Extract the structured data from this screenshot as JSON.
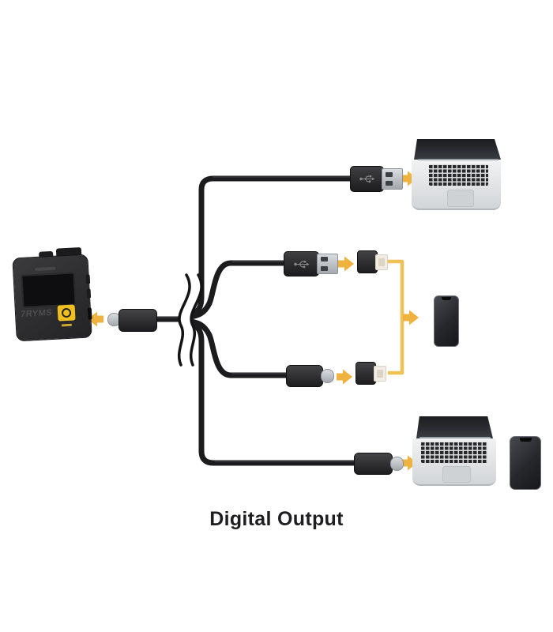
{
  "diagram": {
    "caption": "Digital Output",
    "accent_color": "#F0B23F",
    "bracket_color": "#F2C155",
    "cable_color": "#1C1C1E",
    "receiver": {
      "brand": "7RYMS",
      "button_icon": "record-circle-icon",
      "button_color": "#EFBF1F"
    },
    "source": {
      "connector": "USB-C"
    },
    "branches": [
      {
        "id": 1,
        "connector": "USB-A",
        "adapter": null,
        "targets": [
          "laptop"
        ]
      },
      {
        "id": 2,
        "connector": "USB-A",
        "adapter": "Lightning",
        "targets": [
          "phone"
        ]
      },
      {
        "id": 3,
        "connector": "USB-C",
        "adapter": "Lightning",
        "targets": [
          "phone"
        ]
      },
      {
        "id": 4,
        "connector": "USB-C",
        "adapter": null,
        "targets": [
          "laptop",
          "phone"
        ]
      }
    ]
  }
}
